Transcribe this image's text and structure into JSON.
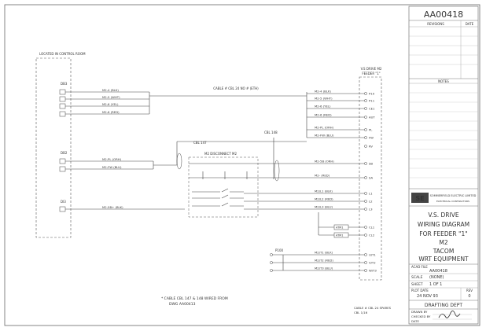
{
  "drawing": {
    "number": "AA00418",
    "revisions_header": "REVISIONS",
    "date_header": "DATE",
    "notes_header": "NOTES",
    "location_label": "LOCATED IN CONTROL ROOM",
    "vs_drive_label_1": "V.S DRIVE M2",
    "vs_drive_label_2": "FEEDER \"1\"",
    "company_name": "SOMMERFIELD ELECTRIC LIMITED",
    "company_sub": "ELECTRICAL CONTRACTORS",
    "title_lines": [
      "V.S. DRIVE",
      "WIRING DIAGRAM",
      "FOR FEEDER \"1\"",
      "M2",
      "TACOM",
      "WRT EQUIPMENT"
    ],
    "info": {
      "acad_file_label": "ACAD FILE",
      "acad_file_value": "AA00418",
      "scale_label": "SCALE",
      "scale_value": "(NONE)",
      "sheet_label": "SHEET",
      "sheet_value": "1 OF 1",
      "plot_date_label": "PLOT DATE",
      "plot_date_value": "24 NOV 93",
      "rev_label": "REV",
      "rev_value": "0",
      "dept": "DRAFTING DEPT",
      "drawn_by_label": "DRAWN BY",
      "checked_by_label": "CHECKED BY",
      "date_label": "DATE"
    },
    "note_bottom_1": "* CABLE CBL 147 & 148 WIRED FROM",
    "note_bottom_2": "DWG AA00413",
    "note_bottom_right_1": "CABLE # CBL 24 SPARES",
    "note_bottom_right_2": "CBL 1/16",
    "cable_top": "CABLE # CBL 24  NO # (ETH)",
    "cbl_147": "CBL 147",
    "cbl_148": "CBL 148",
    "disconnect_label": "M2 DISCONNECT M2",
    "panel_labels": [
      "DB3",
      "DB2",
      "DI3"
    ],
    "p100": "P100"
  },
  "left_wires": [
    "M2-4  (BLK)",
    "M2-5  (WHT)",
    "M2-6  (YEL)",
    "M2-6  (RED)",
    "M2-PL (ORH)",
    "M2-FW (BLU)",
    "M2-5B+ (BLK)"
  ],
  "right_wires": [
    "M2-4  (BLK)",
    "M2-5  (WHT)",
    "M2-6  (YEL)",
    "M2-6  (RED)",
    "M2-PL (ORH)",
    "M2-FW (BLU)",
    "M2-5B  (ORH)",
    "M2-   (RED)",
    "M2/L1 (BLK)",
    "M2/L2 (RED)",
    "M2/L3 (BLU)",
    "M2/T1 (BLK)",
    "M2/T2 (RED)",
    "M2/T3 (BLU)"
  ],
  "terminals": [
    "P10",
    "P11",
    "CE1",
    "AUT",
    "PL",
    "FW",
    "RV",
    "SB",
    "SA",
    "L1",
    "L2",
    "L3",
    "CL1",
    "CL2",
    "U/T1",
    "V/T2",
    "W/T3"
  ],
  "devices": [
    "ATM1",
    "ATM1"
  ]
}
